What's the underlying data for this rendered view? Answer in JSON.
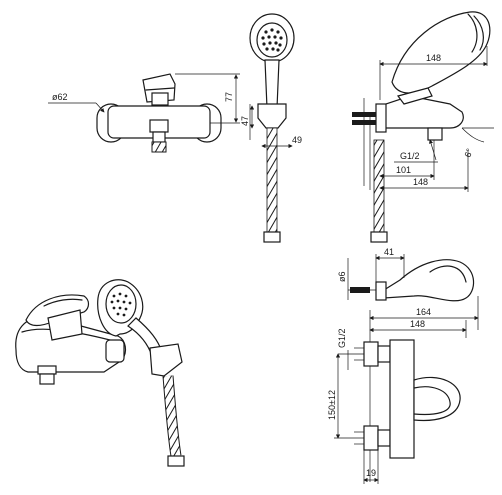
{
  "front_view": {
    "diameter_label": "ø62",
    "height_label": "77"
  },
  "handshower_view": {
    "offset_label": "47",
    "depth_label": "49"
  },
  "side_view": {
    "top_length_label": "148",
    "thread_label": "G1/2",
    "angle_label": "6°",
    "spout_label": "101",
    "bottom_length_label": "148"
  },
  "top_view": {
    "hole_label": "ø6",
    "width_label": "41",
    "overall_label": "164",
    "length_label": "148",
    "thread_label": "G1/2",
    "centres_label": "150±12",
    "inlet_label": "19"
  }
}
